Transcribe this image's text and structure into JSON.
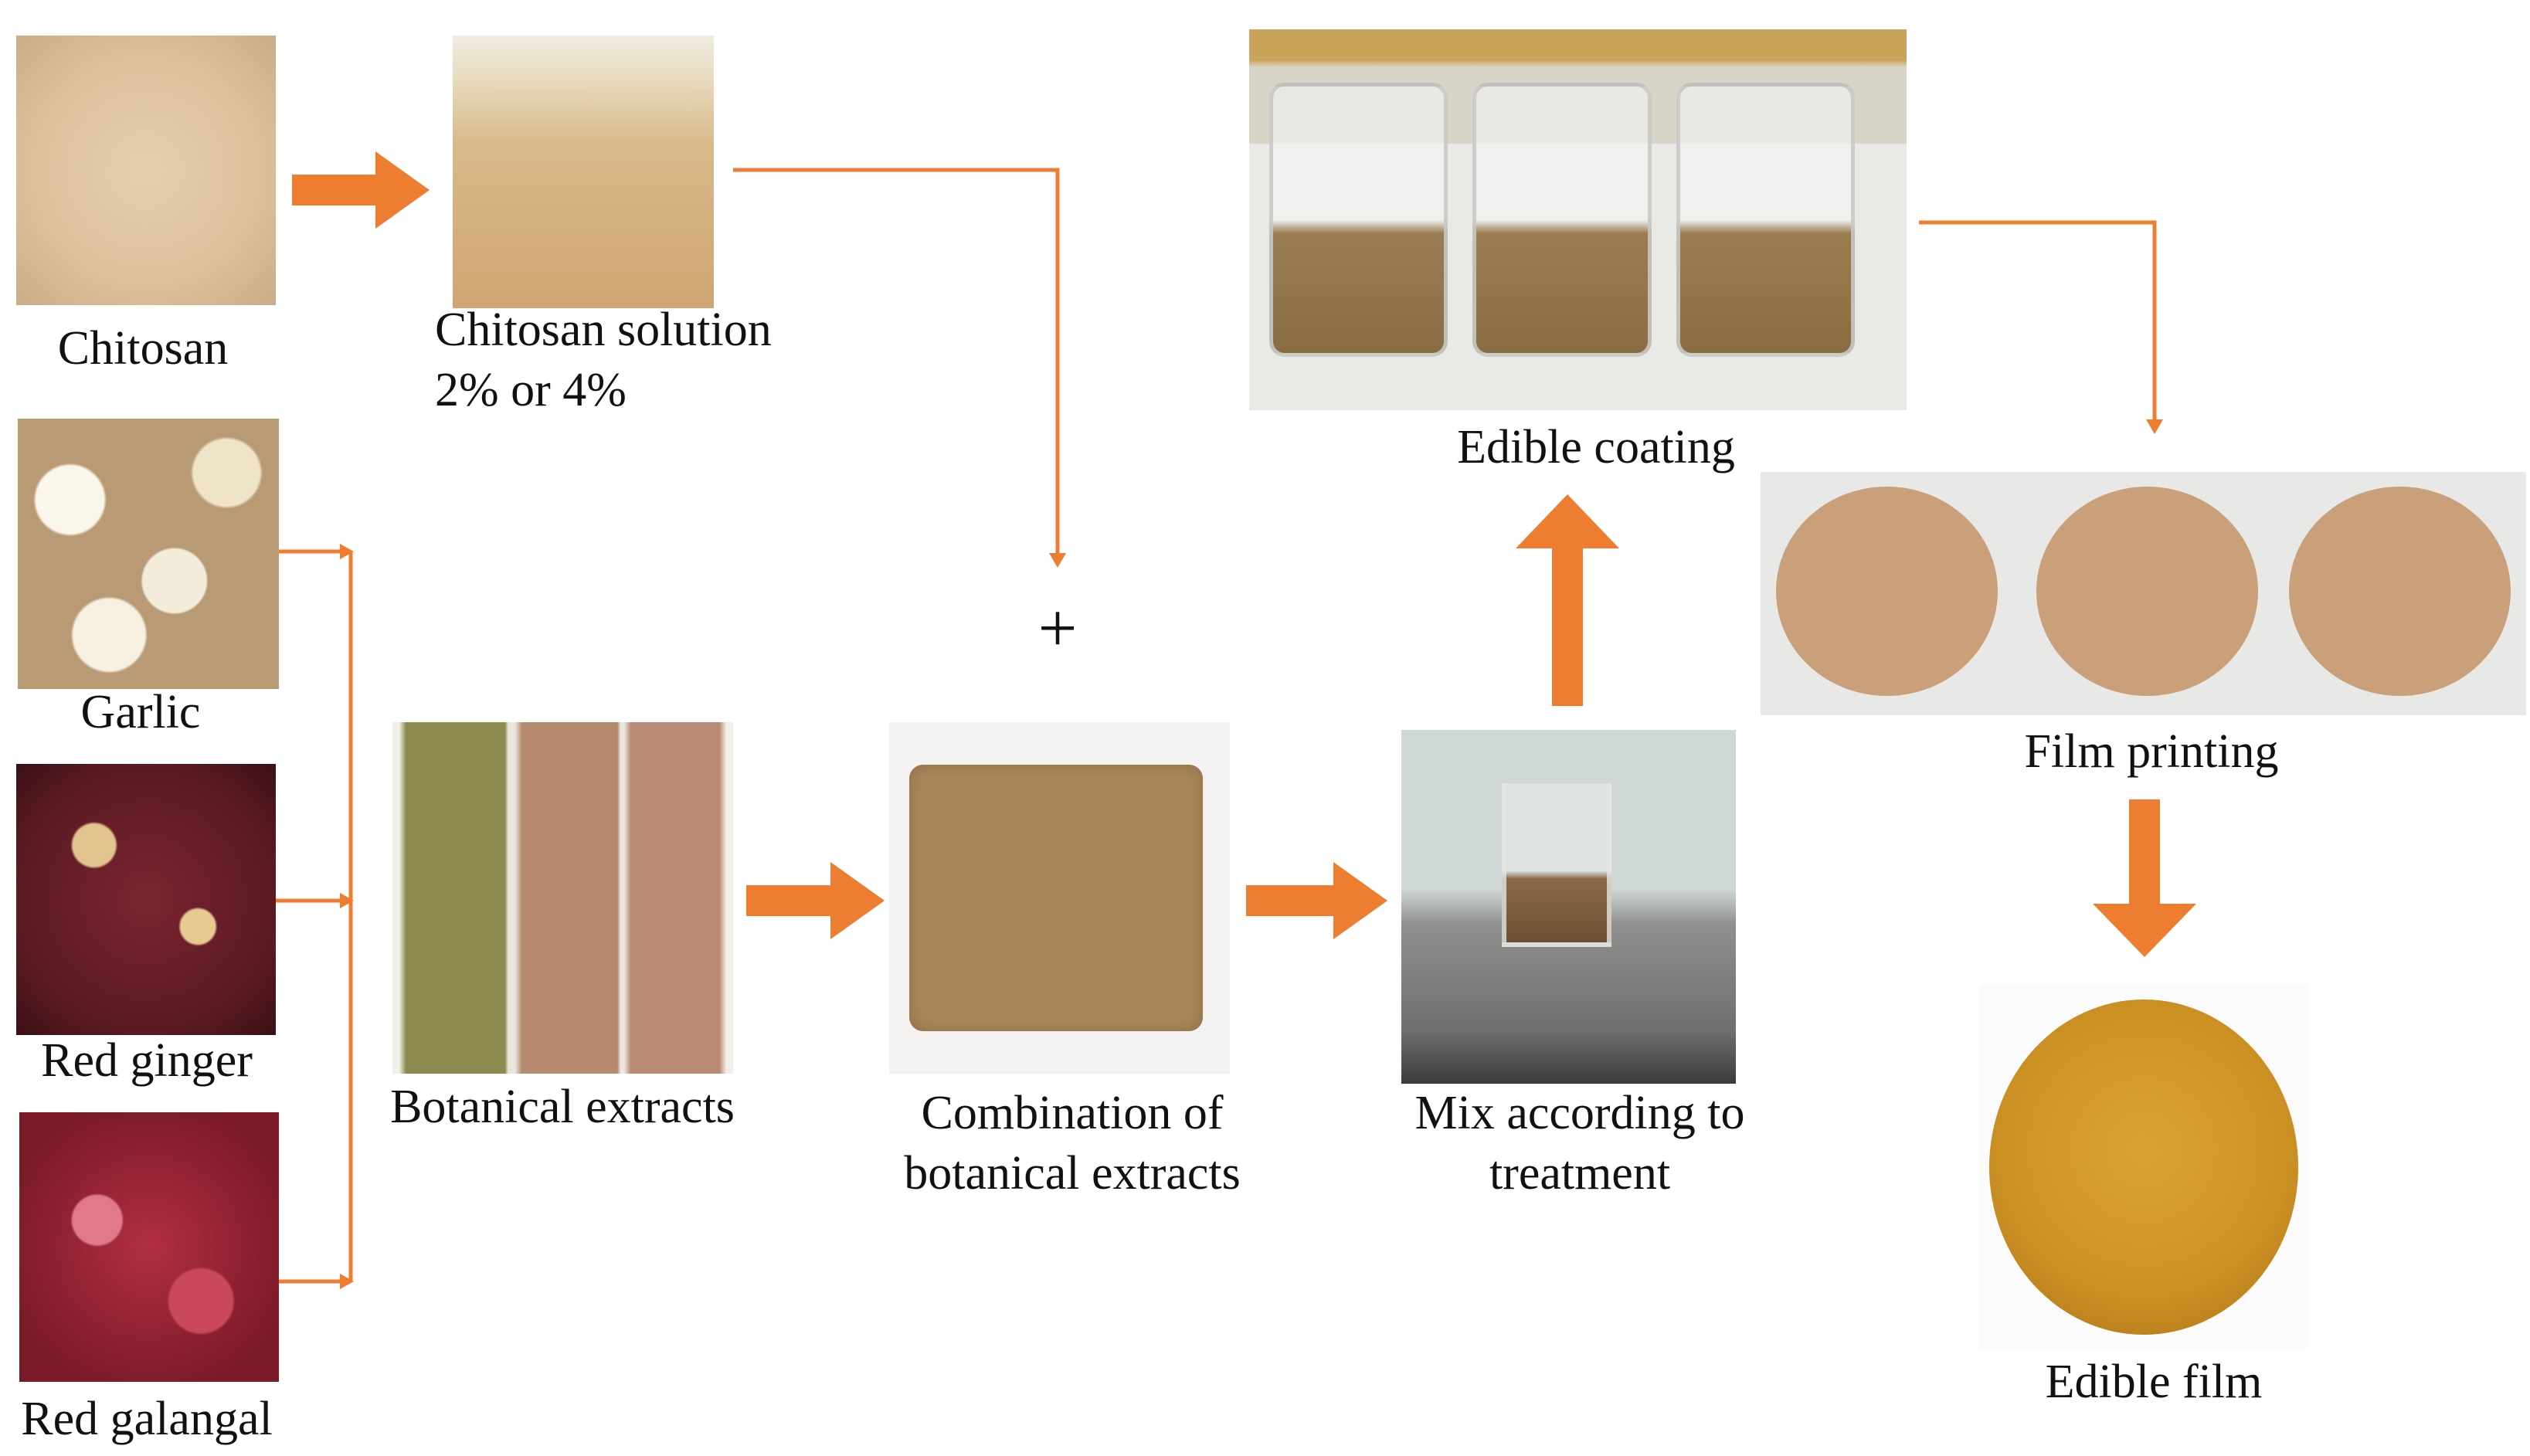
{
  "title": "Edible film preparation flow",
  "colors": {
    "arrow": "#ED7D31",
    "text": "#111111"
  },
  "steps": {
    "chitosan": "Chitosan",
    "chitosan_solution_line1": "Chitosan solution",
    "chitosan_solution_line2": "2% or 4%",
    "garlic": "Garlic",
    "red_ginger": "Red ginger",
    "red_galangal": "Red galangal",
    "botanical_extracts": "Botanical extracts",
    "combination_line1": "Combination of",
    "combination_line2": "botanical extracts",
    "mix_line1": "Mix according to",
    "mix_line2": "treatment",
    "edible_coating": "Edible coating",
    "film_printing": "Film printing",
    "edible_film": "Edible film"
  },
  "plus_symbol": "+"
}
